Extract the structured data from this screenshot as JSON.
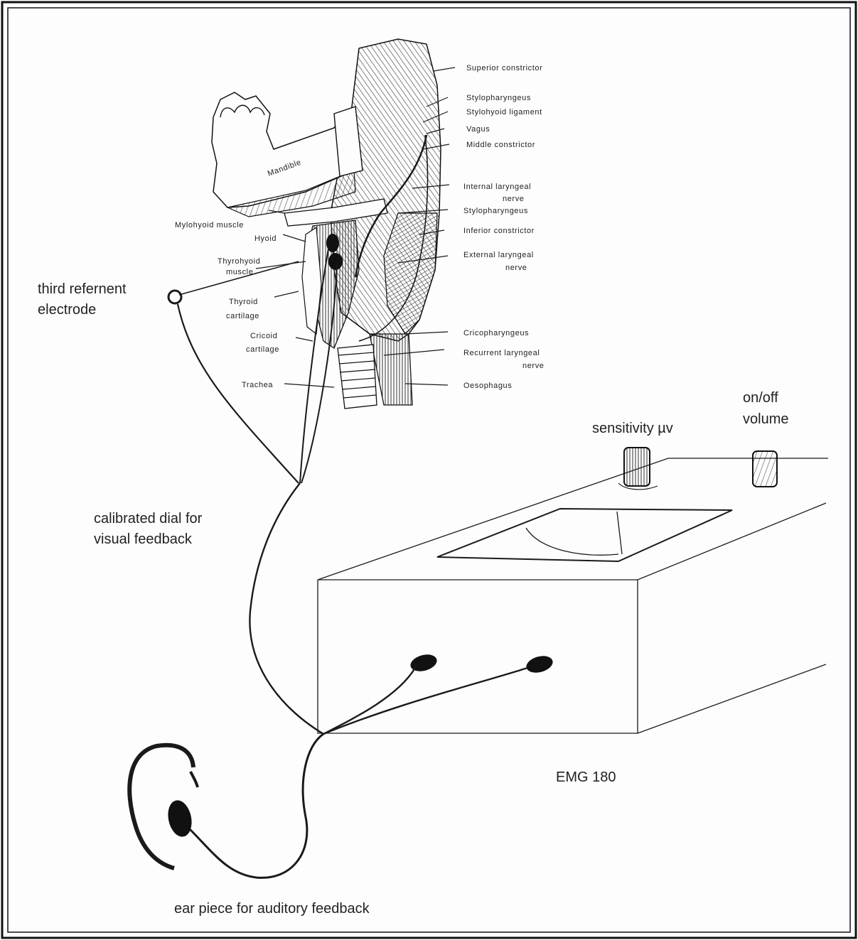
{
  "colors": {
    "ink": "#1a1a1a",
    "paper": "#fdfdfd"
  },
  "anatomy_labels": {
    "superior_constrictor": "Superior constrictor",
    "stylopharyngeus": "Stylopharyngeus",
    "stylohyoid_ligament": "Stylohyoid ligament",
    "vagus": "Vagus",
    "middle_constrictor": "Middle constrictor",
    "internal_laryngeal_nerve_1": "Internal laryngeal",
    "internal_laryngeal_nerve_2": "nerve",
    "stylopharyngeus_2": "Stylopharyngeus",
    "inferior_constrictor": "Inferior constrictor",
    "external_laryngeal_nerve_1": "External laryngeal",
    "external_laryngeal_nerve_2": "nerve",
    "cricopharyngeus": "Cricopharyngeus",
    "recurrent_laryngeal_nerve_1": "Recurrent laryngeal",
    "recurrent_laryngeal_nerve_2": "nerve",
    "oesophagus": "Oesophagus",
    "mandible": "Mandible",
    "mylohyoid_muscle": "Mylohyoid muscle",
    "hyoid": "Hyoid",
    "thyrohyoid_muscle_1": "Thyrohyoid",
    "thyrohyoid_muscle_2": "muscle",
    "thyroid_cartilage_1": "Thyroid",
    "thyroid_cartilage_2": "cartilage",
    "cricoid_cartilage_1": "Cricoid",
    "cricoid_cartilage_2": "cartilage",
    "trachea": "Trachea"
  },
  "callouts": {
    "third_electrode_1": "third refernent",
    "third_electrode_2": "electrode",
    "sensitivity": "sensitivity µv",
    "onoff_1": "on/off",
    "onoff_2": "volume",
    "dial_1": "calibrated dial for",
    "dial_2": "visual feedback",
    "device_name": "EMG 180",
    "ear_piece": "ear piece for auditory feedback"
  }
}
